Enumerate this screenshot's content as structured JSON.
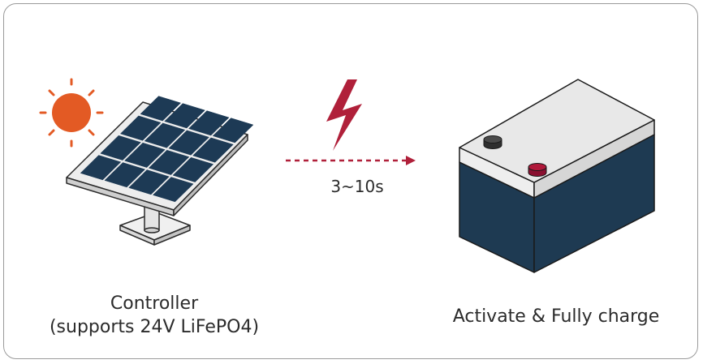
{
  "controller": {
    "label_line1": "Controller",
    "label_line2": "(supports 24V LiFePO4)"
  },
  "transfer": {
    "duration": "3~10s"
  },
  "battery": {
    "label": "Activate & Fully charge"
  },
  "icons": {
    "sun": "sun-icon",
    "solar_panel": "solar-panel-icon",
    "lightning": "lightning-bolt-icon",
    "arrow": "dashed-arrow-icon",
    "battery": "battery-icon"
  },
  "colors": {
    "sun": "#e35a24",
    "panel_cell": "#1d3a55",
    "lightning": "#b0203a",
    "battery_body": "#1e3a52",
    "positive_terminal": "#b0183a",
    "negative_terminal": "#3a3a3a"
  }
}
